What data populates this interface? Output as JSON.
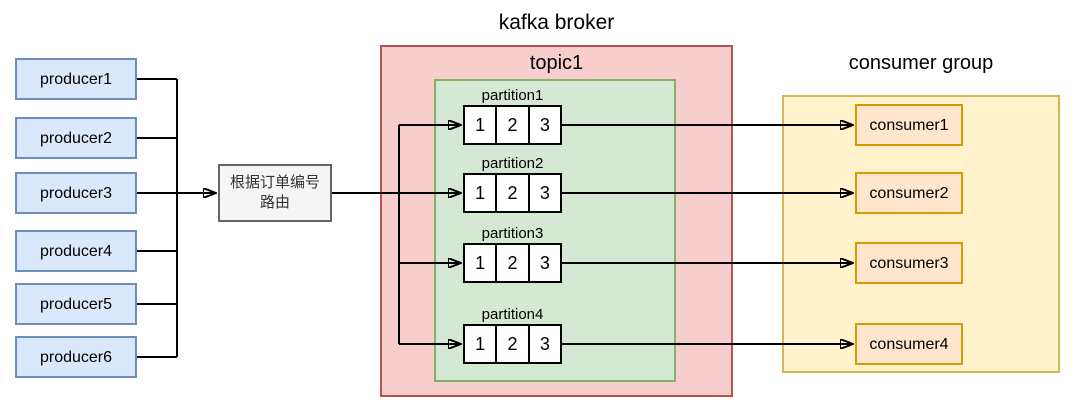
{
  "diagram": {
    "broker": {
      "title": "kafka broker",
      "topic": {
        "title": "topic1",
        "partitions": [
          {
            "label": "partition1",
            "cells": [
              "1",
              "2",
              "3"
            ]
          },
          {
            "label": "partition2",
            "cells": [
              "1",
              "2",
              "3"
            ]
          },
          {
            "label": "partition3",
            "cells": [
              "1",
              "2",
              "3"
            ]
          },
          {
            "label": "partition4",
            "cells": [
              "1",
              "2",
              "3"
            ]
          }
        ]
      }
    },
    "producers": [
      {
        "label": "producer1"
      },
      {
        "label": "producer2"
      },
      {
        "label": "producer3"
      },
      {
        "label": "producer4"
      },
      {
        "label": "producer5"
      },
      {
        "label": "producer6"
      }
    ],
    "router": {
      "line1": "根据订单编号",
      "line2": "路由"
    },
    "consumer_group": {
      "title": "consumer group",
      "consumers": [
        {
          "label": "consumer1"
        },
        {
          "label": "consumer2"
        },
        {
          "label": "consumer3"
        },
        {
          "label": "consumer4"
        }
      ]
    },
    "colors": {
      "producer_fill": "#dae8fc",
      "producer_border": "#6c8ebf",
      "router_fill": "#f5f5f5",
      "router_border": "#666666",
      "broker_fill": "#f8cecc",
      "broker_border": "#b85450",
      "topic_fill": "#d5e8d4",
      "topic_border": "#82b366",
      "group_fill": "#fff2cc",
      "group_border": "#d6b656",
      "consumer_fill": "#ffe6cc",
      "consumer_border": "#d79b00",
      "line": "#000000"
    }
  }
}
